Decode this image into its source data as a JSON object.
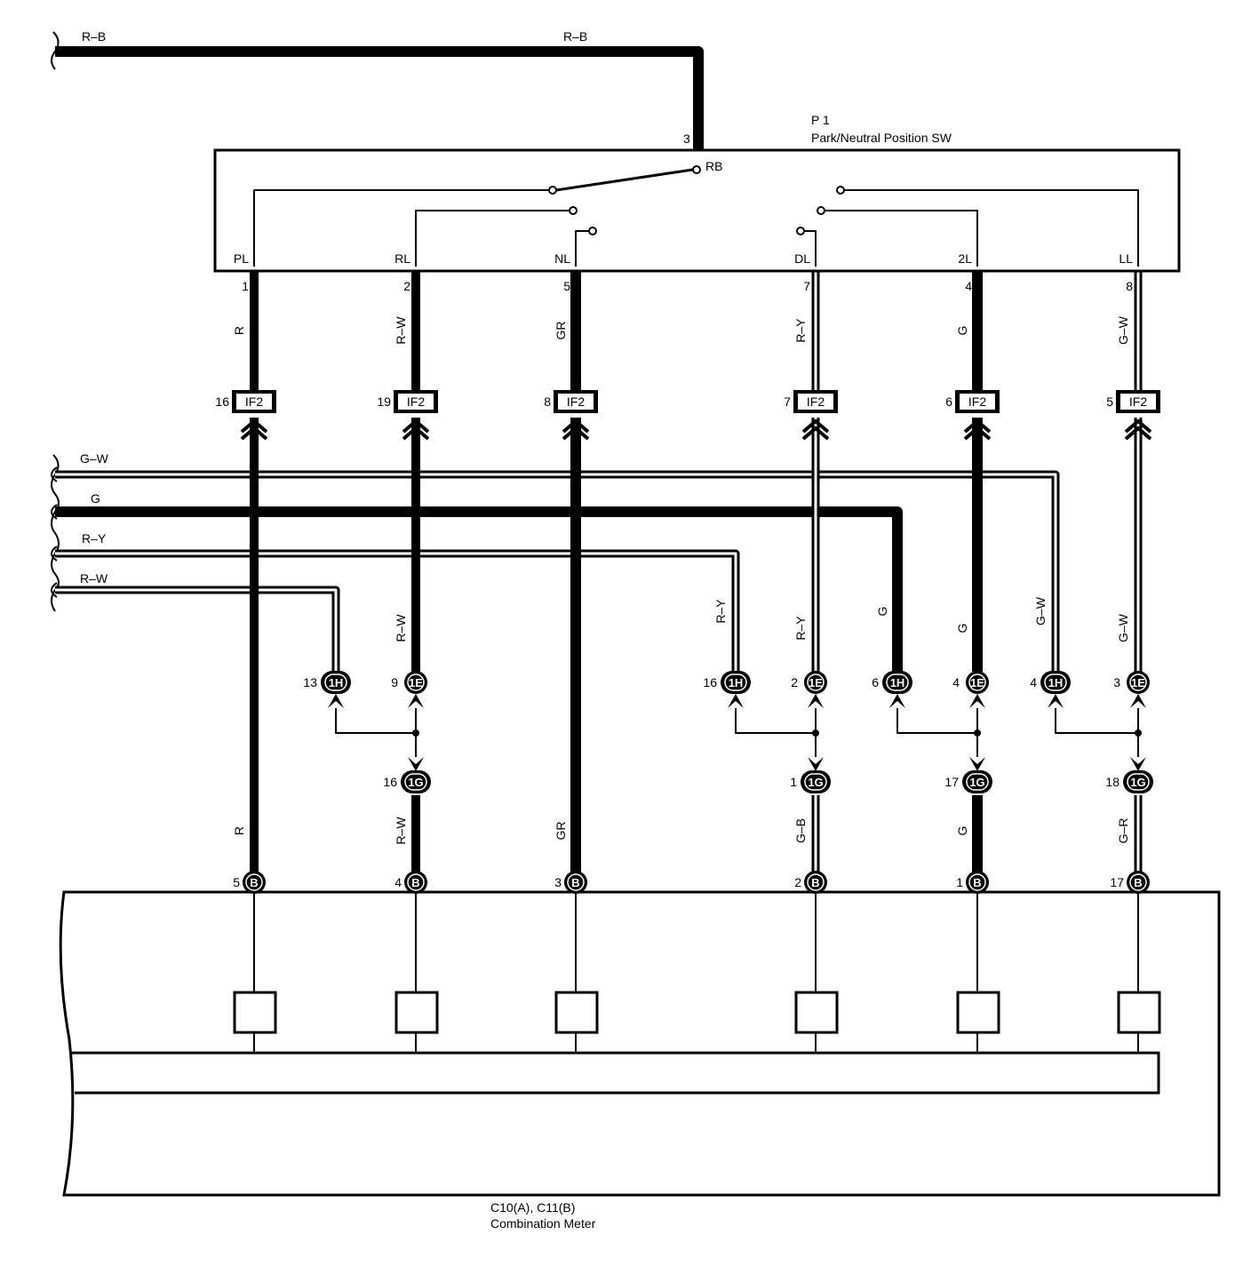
{
  "switch": {
    "ref": "P 1",
    "name": "Park/Neutral Position SW",
    "common_terminal": "RB",
    "common_pin": "3"
  },
  "meter": {
    "ref": "C10(A), C11(B)",
    "name": "Combination Meter"
  },
  "supply": {
    "wire_color_left": "R–B",
    "wire_color_top": "R–B"
  },
  "harness_wires": [
    {
      "color": "G–W"
    },
    {
      "color": "G"
    },
    {
      "color": "R–Y"
    },
    {
      "color": "R–W"
    }
  ],
  "branches": [
    {
      "term": "PL",
      "pin": "1",
      "wire": "R",
      "if2_pin": "16",
      "if2": "IF2",
      "h_pin": "",
      "h": "",
      "e_pin": "",
      "e": "",
      "g_pin": "",
      "g": "",
      "wire_h": "",
      "wire_e": "",
      "wire_meter": "R",
      "b_pin": "5",
      "b": "B"
    },
    {
      "term": "RL",
      "pin": "2",
      "wire": "R–W",
      "if2_pin": "19",
      "if2": "IF2",
      "h_pin": "13",
      "h": "1H",
      "e_pin": "9",
      "e": "1E",
      "g_pin": "16",
      "g": "1G",
      "wire_h": "",
      "wire_e": "R–W",
      "wire_meter": "R–W",
      "b_pin": "4",
      "b": "B"
    },
    {
      "term": "NL",
      "pin": "5",
      "wire": "GR",
      "if2_pin": "8",
      "if2": "IF2",
      "h_pin": "",
      "h": "",
      "e_pin": "",
      "e": "",
      "g_pin": "",
      "g": "",
      "wire_h": "",
      "wire_e": "",
      "wire_meter": "GR",
      "b_pin": "3",
      "b": "B"
    },
    {
      "term": "DL",
      "pin": "7",
      "wire": "R–Y",
      "if2_pin": "7",
      "if2": "IF2",
      "h_pin": "16",
      "h": "1H",
      "e_pin": "2",
      "e": "1E",
      "g_pin": "1",
      "g": "1G",
      "wire_h": "R–Y",
      "wire_e": "R–Y",
      "wire_meter": "G–B",
      "b_pin": "2",
      "b": "B"
    },
    {
      "term": "2L",
      "pin": "4",
      "wire": "G",
      "if2_pin": "6",
      "if2": "IF2",
      "h_pin": "6",
      "h": "1H",
      "e_pin": "4",
      "e": "1E",
      "g_pin": "17",
      "g": "1G",
      "wire_h": "G",
      "wire_e": "G",
      "wire_meter": "G",
      "b_pin": "1",
      "b": "B"
    },
    {
      "term": "LL",
      "pin": "8",
      "wire": "G–W",
      "if2_pin": "5",
      "if2": "IF2",
      "h_pin": "4",
      "h": "1H",
      "e_pin": "3",
      "e": "1E",
      "g_pin": "18",
      "g": "1G",
      "wire_h": "G–W",
      "wire_e": "G–W",
      "wire_meter": "G–R",
      "b_pin": "17",
      "b": "B"
    }
  ]
}
